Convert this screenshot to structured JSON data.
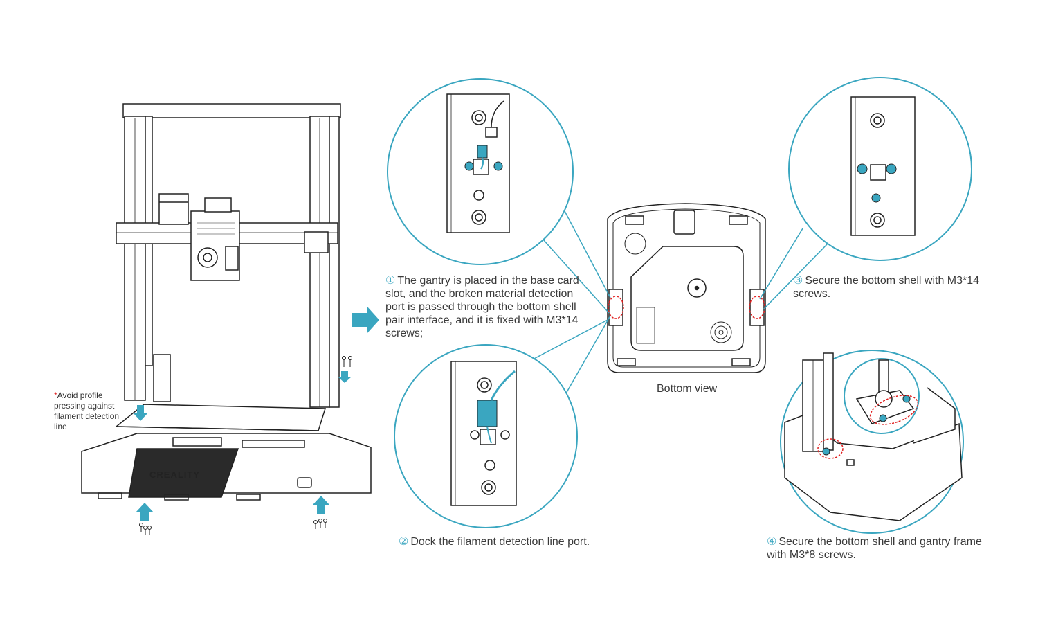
{
  "colors": {
    "accent": "#3aa6c0",
    "warning": "#e02020",
    "line": "#222222"
  },
  "icons": {
    "step1": "circled-digit-one",
    "step2": "circled-digit-two",
    "step3": "circled-digit-three",
    "step4": "circled-digit-four",
    "flow_arrow": "right-arrow-icon",
    "screw_arrow": "up-arrow-icon"
  },
  "printer": {
    "brand": "CREALITY"
  },
  "warning": {
    "star": "*",
    "text": "Avoid profile pressing against filament detection line"
  },
  "steps": [
    {
      "num": "①",
      "text": "The gantry is placed in the base card slot, and the broken material detection port is passed through the bottom shell pair interface, and it is fixed with M3*14 screws;"
    },
    {
      "num": "②",
      "text": "Dock the filament detection line port."
    },
    {
      "num": "③",
      "text": "Secure the bottom shell with M3*14 screws."
    },
    {
      "num": "④",
      "text": "Secure the bottom shell and gantry frame with M3*8 screws."
    }
  ],
  "bottom_view": {
    "label": "Bottom view"
  }
}
